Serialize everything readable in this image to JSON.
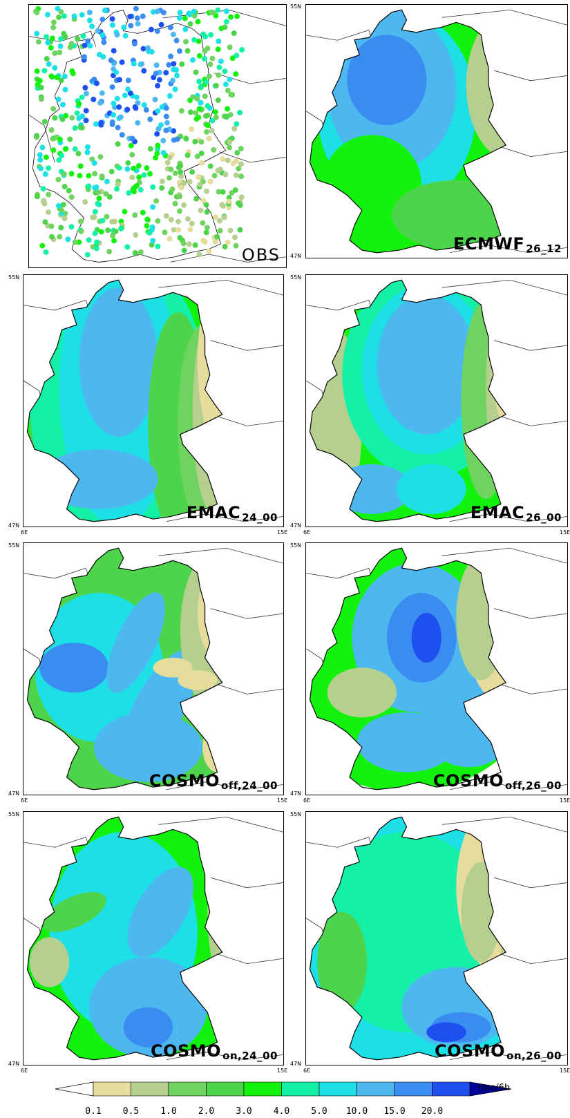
{
  "colors": {
    "bins": [
      "#e6dc9b",
      "#b5cf8f",
      "#6fd45f",
      "#4dd44a",
      "#12f20c",
      "#15f0a8",
      "#1ce0e6",
      "#4db8f0",
      "#3a8cf0",
      "#1e50f0",
      "#0a0af0",
      "#00009c"
    ],
    "bin_names": [
      "beige",
      "sage",
      "light-green",
      "green",
      "bright-green",
      "aquamarine",
      "cyan",
      "sky-blue",
      "blue",
      "medium-blue",
      "deep-blue",
      "navy"
    ]
  },
  "panels": [
    {
      "id": "obs",
      "label_main": "OBS",
      "label_sub": ""
    },
    {
      "id": "ecmwf",
      "label_main": "ECMWF",
      "label_sub": "26_12"
    },
    {
      "id": "emac24",
      "label_main": "EMAC",
      "label_sub": "24_00"
    },
    {
      "id": "emac26",
      "label_main": "EMAC",
      "label_sub": "26_00"
    },
    {
      "id": "cosmooff24",
      "label_main": "COSMO",
      "label_sub": "off,24_00"
    },
    {
      "id": "cosmooff26",
      "label_main": "COSMO",
      "label_sub": "off,26_00"
    },
    {
      "id": "cosmoon24",
      "label_main": "COSMO",
      "label_sub": "on,24_00"
    },
    {
      "id": "cosmoon26",
      "label_main": "COSMO",
      "label_sub": "on,26_00"
    }
  ],
  "ticks": {
    "lat_top": "55N",
    "lat_bottom": "47N",
    "lon_left": "6E",
    "lon_right": "15E"
  },
  "legend": {
    "unit": "mm/6h",
    "labels": [
      "0.1",
      "0.5",
      "1.0",
      "2.0",
      "3.0",
      "4.0",
      "5.0",
      "10.0",
      "15.0",
      "20.0"
    ]
  }
}
